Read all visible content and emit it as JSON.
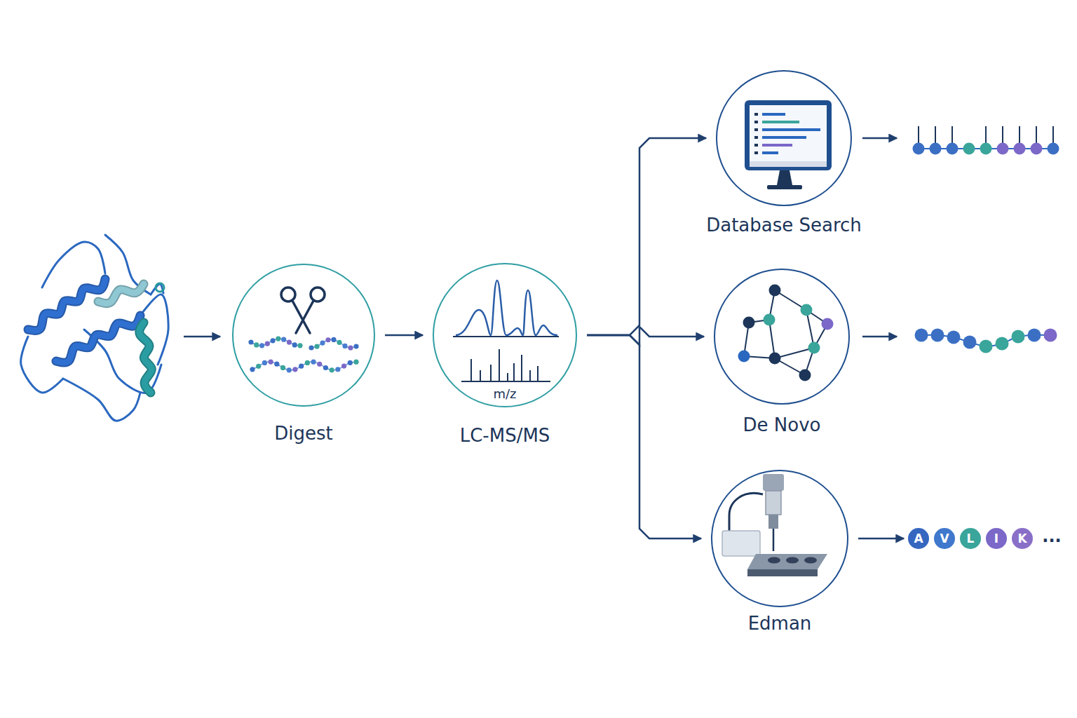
{
  "diagram": {
    "nodes": [
      {
        "text": [
          "Digest"
        ]
      },
      {
        "text": [
          "LC-MS/MS"
        ]
      },
      {
        "text": [
          "Database Search"
        ]
      },
      {
        "text": [
          "De Novo"
        ]
      },
      {
        "text": [
          "Edman"
        ]
      },
      {
        "text": [
          "A"
        ]
      },
      {
        "text": [
          "V"
        ]
      },
      {
        "text": [
          "L"
        ]
      },
      {
        "text": [
          "I"
        ]
      },
      {
        "text": [
          "K"
        ]
      }
    ],
    "edges": [
      {
        "from": 0,
        "to": 1,
        "arrow": "to"
      },
      {
        "from": 1,
        "to": 2,
        "arrow": "to"
      },
      {
        "from": 1,
        "to": 3,
        "arrow": "to"
      },
      {
        "from": 1,
        "to": 4,
        "arrow": "to"
      },
      {
        "from": 4,
        "to": 5,
        "arrow": "to"
      }
    ],
    "labels": [
      "m/z",
      "..."
    ]
  }
}
